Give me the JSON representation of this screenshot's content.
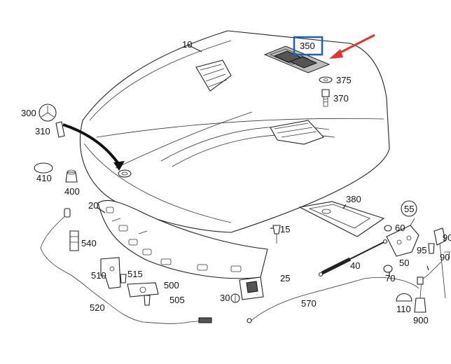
{
  "labels": {
    "hood": "10",
    "p20": "20",
    "p25": "25",
    "p30": "30",
    "p40": "40",
    "p50": "50",
    "p55": "55",
    "p60": "60",
    "p70": "70",
    "p90": "90",
    "p95": "95",
    "p110": "110",
    "p15": "15",
    "p300": "300",
    "p310": "310",
    "p350": "350",
    "p370": "370",
    "p375": "375",
    "p380": "380",
    "p400": "400",
    "p410": "410",
    "p500": "500",
    "p505": "505",
    "p510": "510",
    "p515": "515",
    "p520": "520",
    "p540": "540",
    "p570": "570",
    "p900": "900"
  },
  "highlight": {
    "label_ref": "p350",
    "box_color": "#1f5fbf",
    "arrow_color": "#e8322d"
  }
}
